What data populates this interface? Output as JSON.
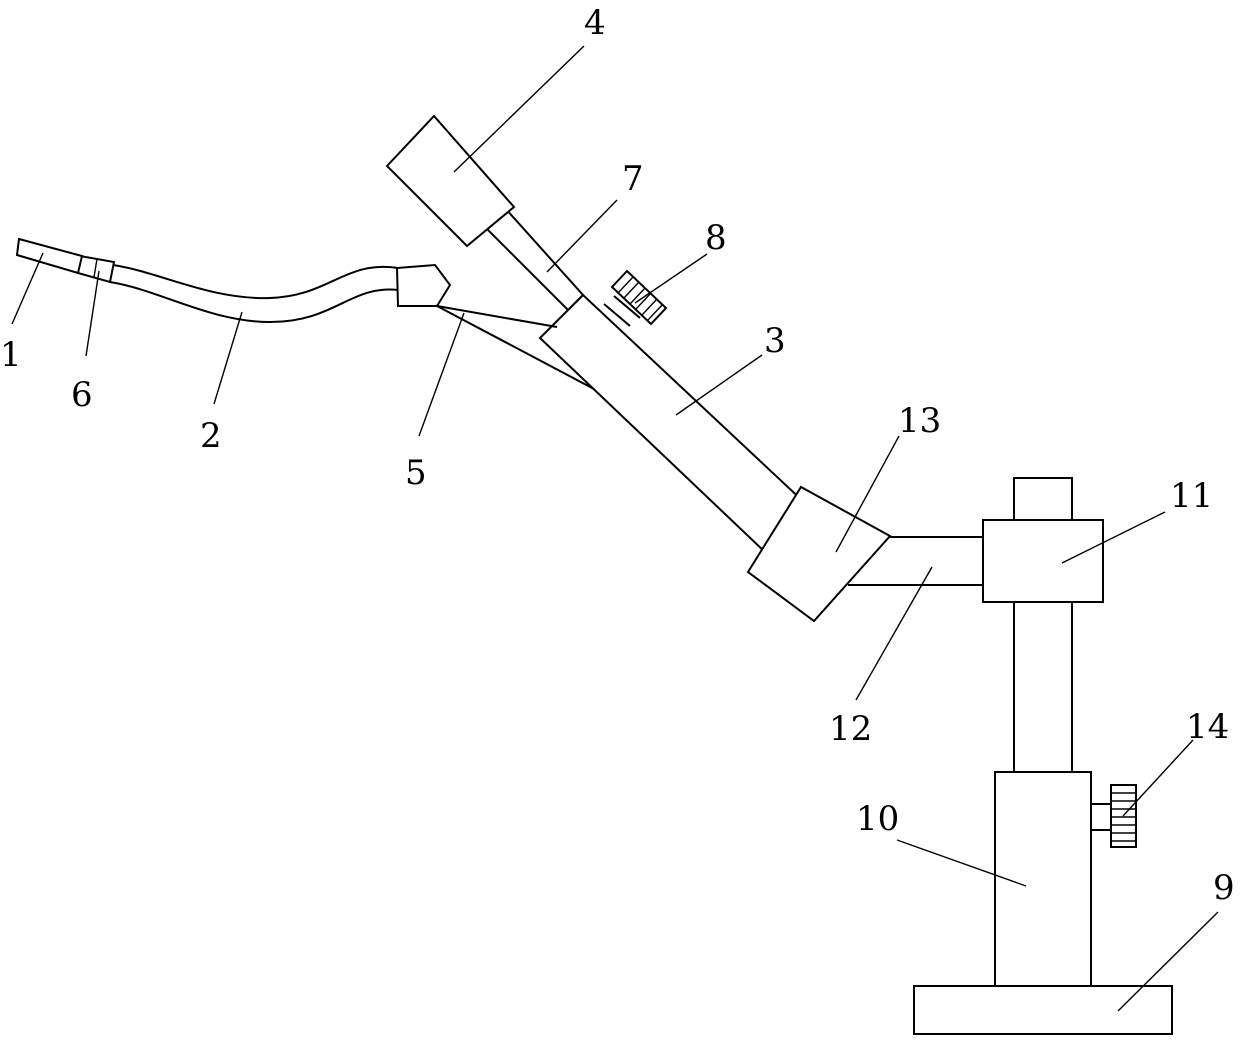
{
  "figure": {
    "labels": {
      "n1": "1",
      "n2": "2",
      "n3": "3",
      "n4": "4",
      "n5": "5",
      "n6": "6",
      "n7": "7",
      "n8": "8",
      "n9": "9",
      "n10": "10",
      "n11": "11",
      "n12": "12",
      "n13": "13",
      "n14": "14"
    },
    "line_color": "#000000",
    "background": "#ffffff"
  }
}
